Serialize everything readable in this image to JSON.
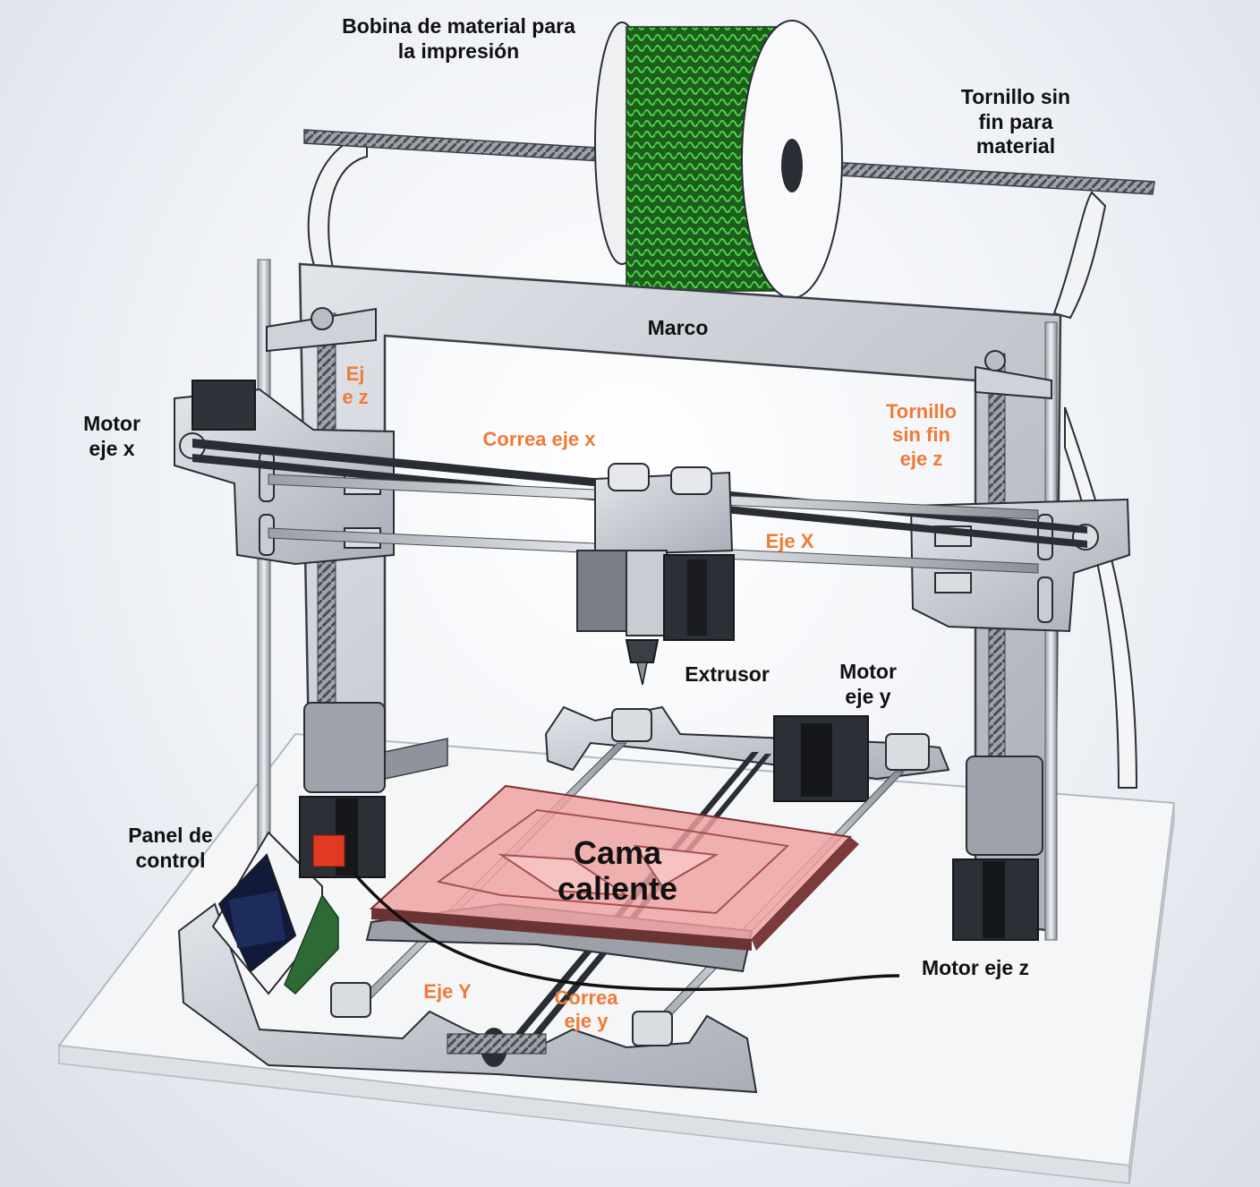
{
  "diagram": {
    "labels": {
      "bobina": "Bobina de material para\nla impresión",
      "tornillo_material": "Tornillo sin\nfin para\nmaterial",
      "marco": "Marco",
      "eje_z": "Ej\ne z",
      "motor_eje_x": "Motor\neje x",
      "correa_eje_x": "Correa eje x",
      "tornillo_eje_z": "Tornillo\nsin fin\neje z",
      "eje_x": "Eje X",
      "extrusor": "Extrusor",
      "motor_eje_y": "Motor\neje y",
      "panel_control": "Panel de\ncontrol",
      "cama_caliente": "Cama\ncaliente",
      "motor_eje_z": "Motor eje z",
      "eje_y": "Eje Y",
      "correa_eje_y": "Correa\neje y"
    },
    "colors": {
      "label_black": "#111111",
      "label_orange": "#f07a36",
      "frame_metal": "#c5c9d0",
      "heated_bed": "#f0a0a0",
      "spool_filament": "#2f8f2a",
      "marker_red": "#e03a22"
    }
  }
}
